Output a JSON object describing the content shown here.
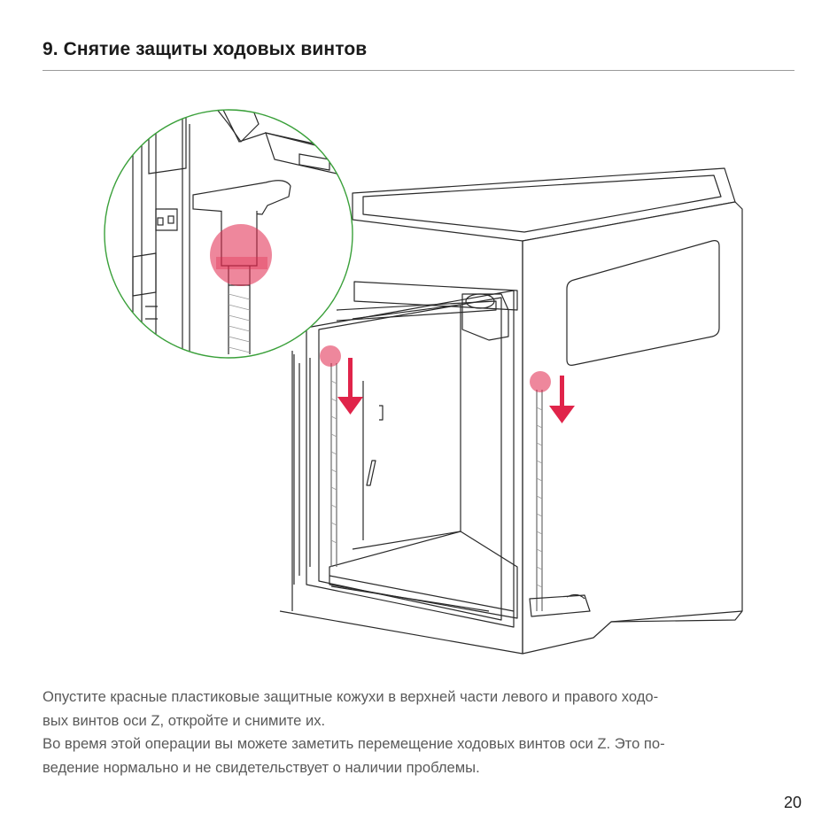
{
  "section": {
    "title": "9. Снятие защиты ходовых винтов"
  },
  "figure": {
    "callout_ring_color": "#3aa03a",
    "highlight_color": "#e0244a",
    "arrow_color": "#e0244a",
    "icons": [
      "printer-illustration",
      "magnifier-callout",
      "down-arrow-icon",
      "lead-screw-cap-highlight"
    ]
  },
  "instructions": {
    "line1": "Опустите красные пластиковые защитные кожухи в верхней части левого и правого ходо-",
    "line2": "вых винтов оси Z, откройте и снимите их.",
    "line3": "Во время этой операции вы можете заметить перемещение ходовых винтов оси Z. Это по-",
    "line4": "ведение нормально и не свидетельствует о наличии проблемы."
  },
  "page": {
    "number": "20"
  }
}
